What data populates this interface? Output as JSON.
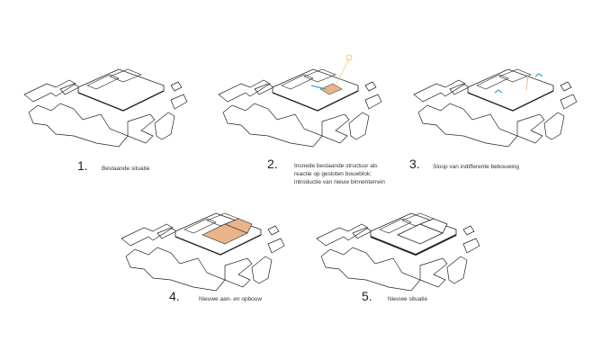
{
  "steps": [
    {
      "number": "1.",
      "caption": "Bestaande situatie",
      "highlight": "none"
    },
    {
      "number": "2.",
      "caption": "Insnede bestaande structuur als reactie op gesloten bouwblok: introductie van nieuw binnenterrein",
      "highlight": "cut"
    },
    {
      "number": "3.",
      "caption": "Sloop van indifferente bebouwing",
      "highlight": "demolish"
    },
    {
      "number": "4.",
      "caption": "Nieuwe aan- en opbouw",
      "highlight": "new"
    },
    {
      "number": "5.",
      "caption": "Nieuwe situatie",
      "highlight": "final"
    }
  ],
  "colors": {
    "line": "#222222",
    "orange": "#e9b48a",
    "cyan": "#2bb3c8",
    "sun": "#f0c040"
  }
}
